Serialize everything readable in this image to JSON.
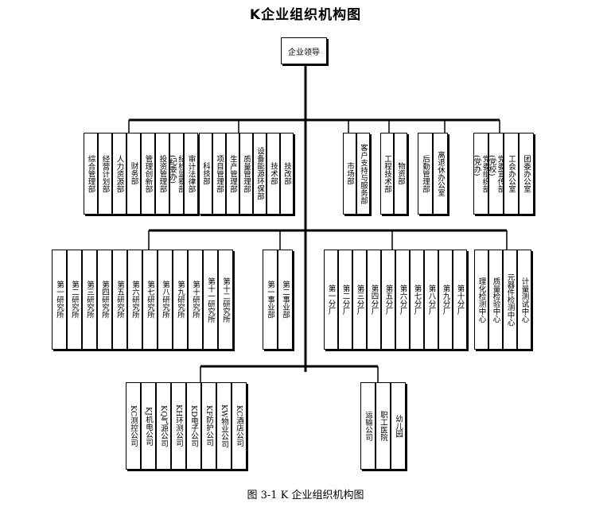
{
  "title": "K企业组织机构图",
  "root": "企业领导",
  "caption": "图 3-1 K 企业组织机构图",
  "groups": [
    {
      "id": "g1",
      "items": [
        "综合管理部",
        "经营计划部",
        "人力资源部",
        "财务部",
        "管理创新部",
        "投资管理部",
        "纪检监察部\n(纪委办)",
        "审计法律部"
      ]
    },
    {
      "id": "g2",
      "items": [
        "科技部",
        "项目管理部",
        "生产管理部",
        "质量管理部",
        "设备能源环保部",
        "技术部",
        "技改部"
      ]
    },
    {
      "id": "g3",
      "items": [
        "市场部",
        "客户支持与服务部"
      ]
    },
    {
      "id": "g4",
      "items": [
        "工程技术部",
        "物资部"
      ]
    },
    {
      "id": "g5",
      "items": [
        "后勤管理部",
        "离退休办公室"
      ]
    },
    {
      "id": "g6",
      "items": [
        "党委组织部\n(党办)",
        "党委宣传部\n(党校)",
        "工会办公室",
        "团委办公室"
      ]
    },
    {
      "id": "g7",
      "items": [
        "第一研究所",
        "第二研究所",
        "第三研究所",
        "第四研究所",
        "第五研究所",
        "第六研究所",
        "第七研究所",
        "第八研究所",
        "第九研究所",
        "第十研究所",
        "第十一研究所",
        "第十二研究所"
      ]
    },
    {
      "id": "g8",
      "items": [
        "第一事业部",
        "第二事业部"
      ]
    },
    {
      "id": "g9",
      "items": [
        "第一分厂",
        "第二分厂",
        "第三分厂",
        "第四分厂",
        "第五分厂",
        "第六分厂",
        "第七分厂",
        "第八分厂",
        "第九分厂",
        "第十分厂"
      ]
    },
    {
      "id": "g10",
      "items": [
        "理化检测中心",
        "质量检验中心",
        "元器件检测中心",
        "计量测试中心"
      ]
    },
    {
      "id": "g11",
      "items": [
        "KC测控公司",
        "KJ机电公司",
        "KQ气源公司",
        "KH环测公司",
        "KD电子公司",
        "KF防护公司",
        "KW物业公司",
        "KC酒店公司"
      ]
    },
    {
      "id": "g12",
      "items": [
        "运输公司",
        "职工医院",
        "幼儿园"
      ]
    }
  ]
}
